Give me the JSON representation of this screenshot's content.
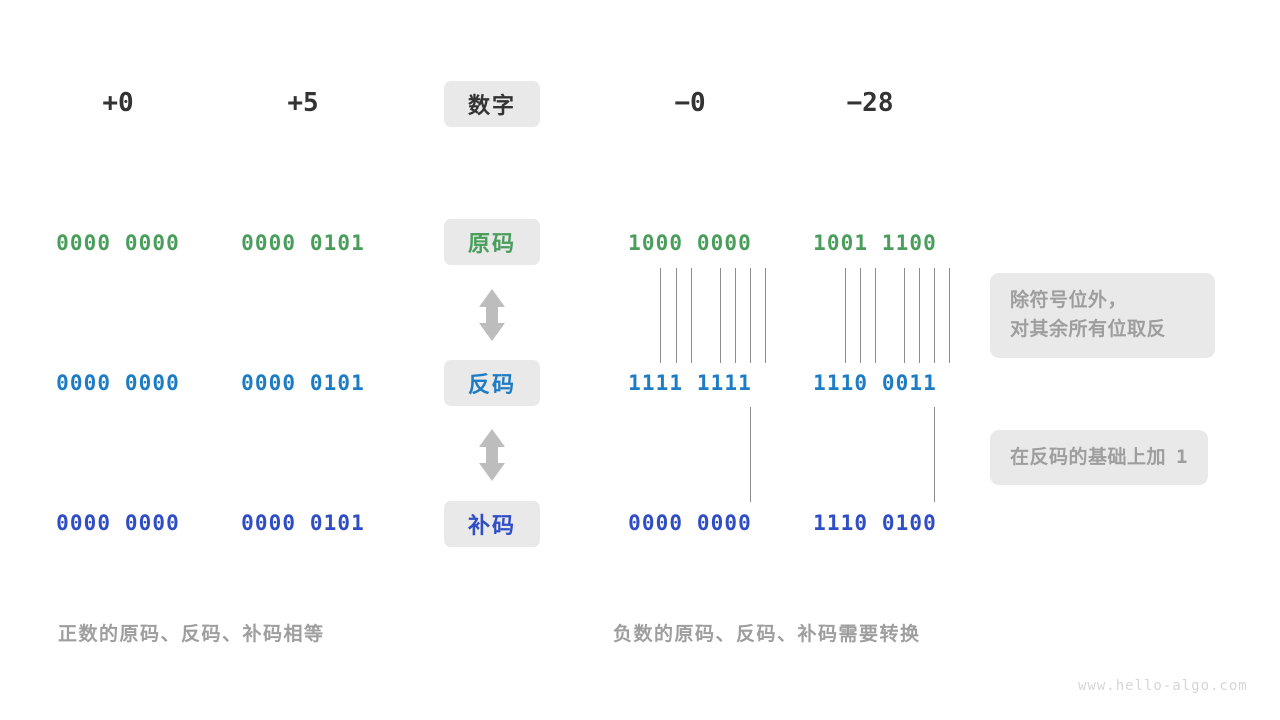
{
  "page": {
    "title": "原码、反码、补码对照图",
    "background": "#ffffff",
    "watermark": "www.hello-algo.com"
  },
  "colors": {
    "green": "#4a9e5c",
    "blue": "#1d7cc4",
    "indigo": "#2f4dc4",
    "dark": "#333333",
    "muted": "#9e9e9e",
    "pill_bg": "#e9e9e9",
    "line": "#8c8c8c",
    "arrow": "#bdbdbd",
    "watermark": "#d6d6d6"
  },
  "columns": {
    "header_label": "数字",
    "values": [
      "+0",
      "+5",
      "−0",
      "−28"
    ]
  },
  "rows": [
    {
      "label": "原码",
      "color_key": "green",
      "cells": [
        "0000 0000",
        "0000 0101",
        "1000 0000",
        "1001 1100"
      ]
    },
    {
      "label": "反码",
      "color_key": "blue",
      "cells": [
        "0000 0000",
        "0000 0101",
        "1111 1111",
        "1110 0011"
      ]
    },
    {
      "label": "补码",
      "color_key": "indigo",
      "cells": [
        "0000 0000",
        "0000 0101",
        "0000 0000",
        "1110 0100"
      ]
    }
  ],
  "arrows": [
    {
      "name": "arrow-yuanma-fanma",
      "glyph": "double-vertical-arrow"
    },
    {
      "name": "arrow-fanma-buma",
      "glyph": "double-vertical-arrow"
    }
  ],
  "notes": [
    {
      "id": "note-invert-bits",
      "text": "除符号位外，\n对其余所有位取反"
    },
    {
      "id": "note-add-one",
      "prefix": "在反码的基础上加",
      "value": "1"
    }
  ],
  "captions": {
    "left": "正数的原码、反码、补码相等",
    "right": "负数的原码、反码、补码需要转换"
  },
  "connectors": {
    "invert_group_bit_count": 7,
    "addone_bit_index": 8
  }
}
